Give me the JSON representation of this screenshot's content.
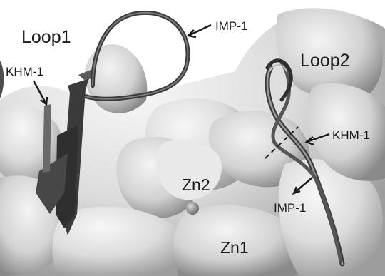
{
  "labels": {
    "loop1": "Loop1",
    "loop2": "Loop2",
    "imp1_top": "IMP-1",
    "khm1_left": "KHM-1",
    "khm1_right": "KHM-1",
    "imp1_bottom": "IMP-1",
    "zn1": "Zn1",
    "zn2": "Zn2"
  },
  "colors": {
    "surface_light": "#e6e6e6",
    "surface_mid": "#c9c9c9",
    "surface_shadow": "#8f8f8f",
    "ribbon_dark": "#3b3b3b",
    "ribbon_mid": "#6a6a6a",
    "zinc_sphere": "#9a9a9a",
    "text": "#1a1a1a"
  }
}
